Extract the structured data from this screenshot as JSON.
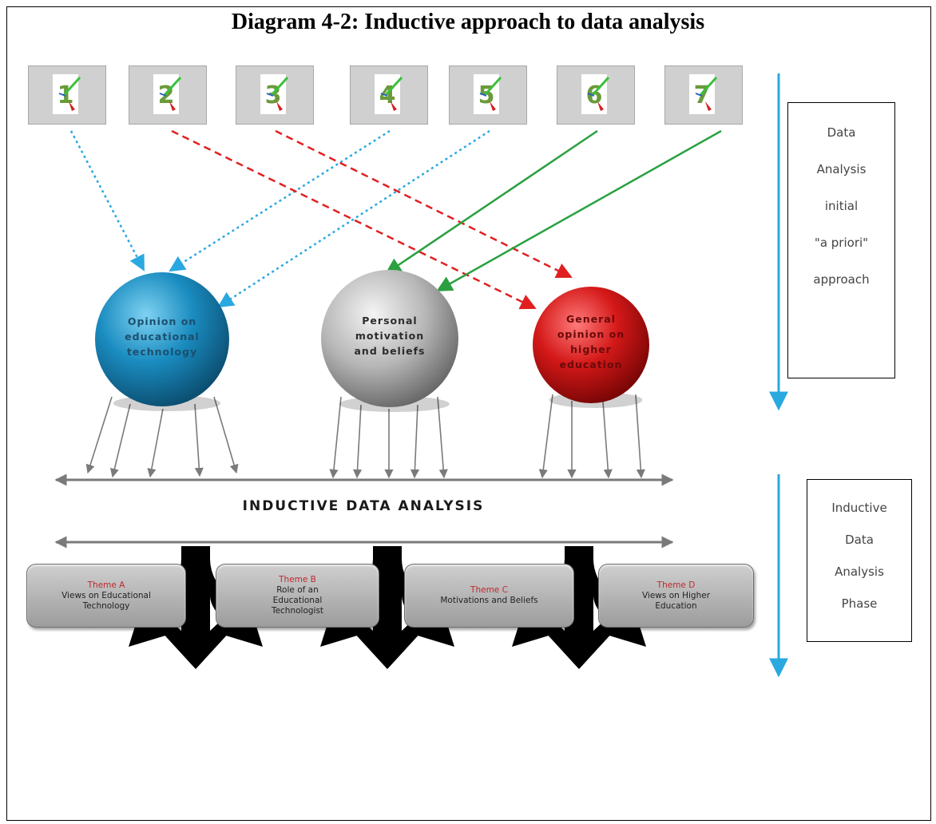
{
  "title": "Diagram 4-2: Inductive approach to data analysis",
  "sources": [
    "1",
    "2",
    "3",
    "4",
    "5",
    "6",
    "7"
  ],
  "categories": [
    {
      "lines": [
        "Opinion on",
        "educational",
        "technology"
      ],
      "color": "#1a7fb0",
      "text_color": "#1c4f6e"
    },
    {
      "lines": [
        "Personal",
        "motivation",
        "and beliefs"
      ],
      "color": "#b8b8b8",
      "text_color": "#2c2c2c"
    },
    {
      "lines": [
        "General",
        "opinion on",
        "higher",
        "education"
      ],
      "color": "#c81414",
      "text_color": "#6a0a0a"
    }
  ],
  "band_label": "INDUCTIVE DATA ANALYSIS",
  "themes": [
    {
      "name": "Theme A",
      "desc": "Views on Educational\nTechnology"
    },
    {
      "name": "Theme B",
      "desc": "Role of an\nEducational\nTechnologist"
    },
    {
      "name": "Theme C",
      "desc": "Motivations and Beliefs"
    },
    {
      "name": "Theme D",
      "desc": "Views on Higher\nEducation"
    }
  ],
  "phase_boxes": [
    {
      "lines": [
        "Data",
        "Analysis",
        "initial",
        "\"a priori\"",
        "approach"
      ]
    },
    {
      "lines": [
        "Inductive",
        "Data",
        "Analysis",
        "Phase"
      ]
    }
  ],
  "colors": {
    "dotted_arrow": "#2aa8e0",
    "dashed_arrow": "#e02020",
    "solid_arrow": "#2aa040",
    "timeline_arrow": "#2aa8e0",
    "theme_name": "#c0282e"
  }
}
